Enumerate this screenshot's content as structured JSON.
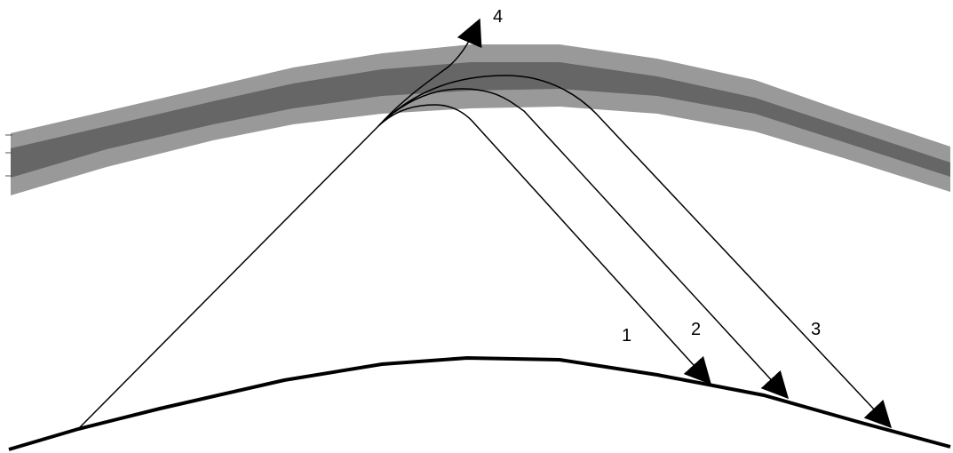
{
  "diagram": {
    "rays": [
      {
        "label": "1"
      },
      {
        "label": "2"
      },
      {
        "label": "3"
      },
      {
        "label": "4"
      }
    ]
  },
  "colors": {
    "layer_outer": "#999999",
    "layer_inner": "#666666",
    "line": "#000000",
    "background": "#ffffff"
  }
}
